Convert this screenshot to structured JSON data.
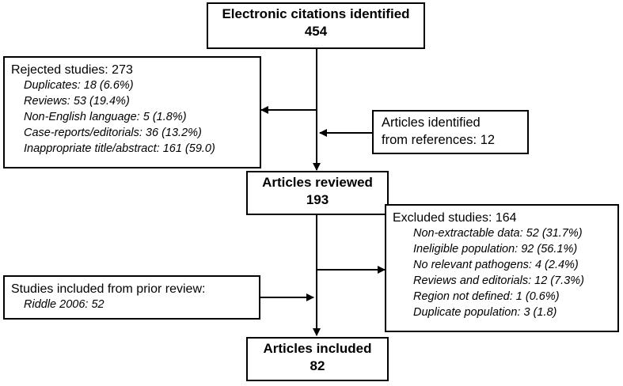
{
  "boxes": {
    "electronic_citations": {
      "title": "Electronic citations identified",
      "count": "454"
    },
    "rejected_studies": {
      "heading": "Rejected studies: 273",
      "items": [
        "Duplicates: 18 (6.6%)",
        "Reviews: 53 (19.4%)",
        "Non-English language: 5 (1.8%)",
        "Case-reports/editorials: 36 (13.2%)",
        "Inappropriate title/abstract: 161 (59.0)"
      ]
    },
    "articles_from_references": {
      "line1": "Articles identified",
      "line2": "from references: 12"
    },
    "articles_reviewed": {
      "title": "Articles reviewed",
      "count": "193"
    },
    "excluded_studies": {
      "heading": "Excluded studies: 164",
      "items": [
        "Non-extractable data: 52 (31.7%)",
        "Ineligible population: 92 (56.1%)",
        "No relevant pathogens: 4 (2.4%)",
        "Reviews and editorials: 12 (7.3%)",
        "Region not defined: 1 (0.6%)",
        "Duplicate population: 3 (1.8)"
      ]
    },
    "prior_review": {
      "heading": "Studies included from prior review:",
      "items": [
        "Riddle 2006: 52"
      ]
    },
    "articles_included": {
      "title": "Articles included",
      "count": "82"
    }
  }
}
